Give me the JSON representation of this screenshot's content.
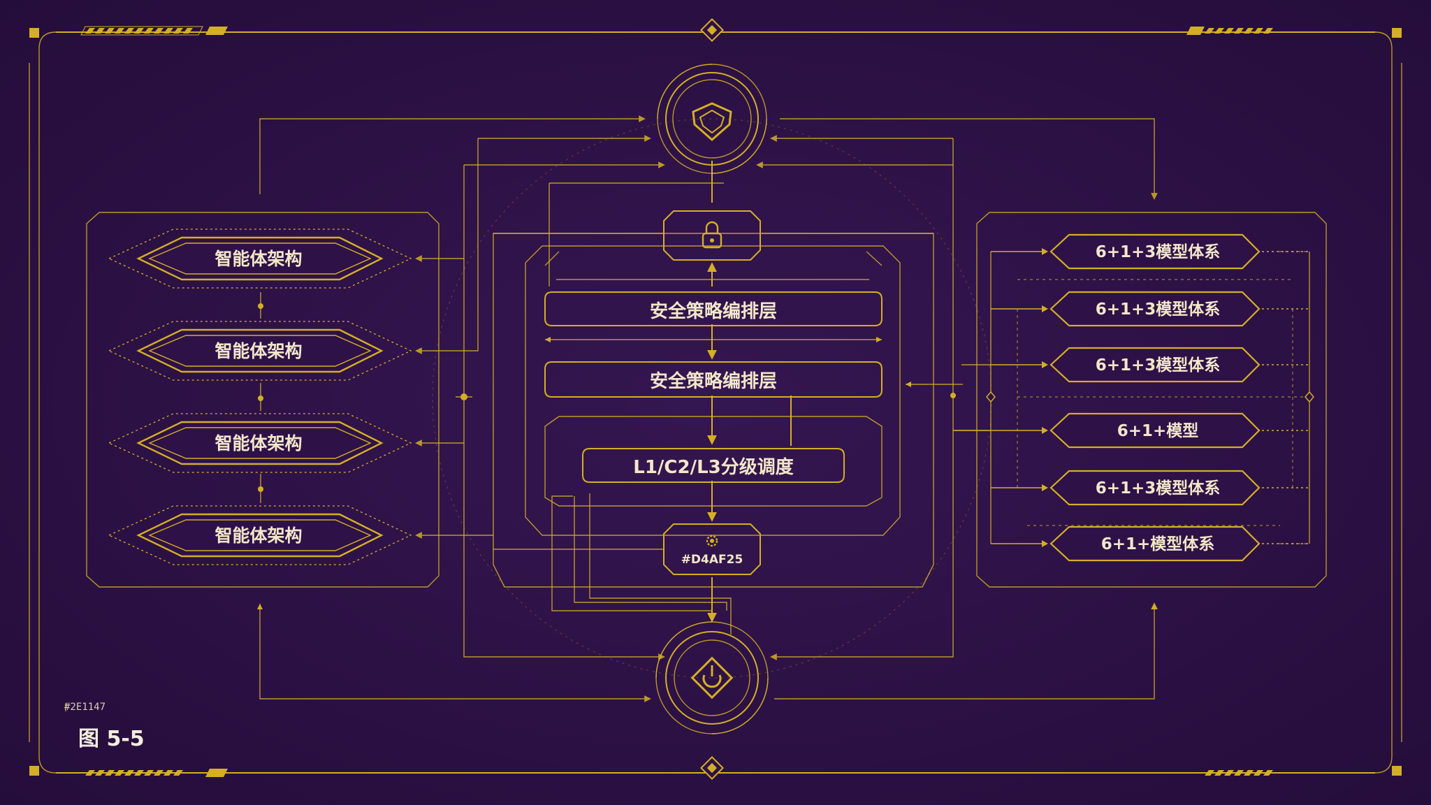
{
  "colors": {
    "background": "#2E1147",
    "accent": "#D4AF25",
    "text": "#F2E7C9"
  },
  "left_panel": {
    "items": [
      {
        "label": "智能体架构"
      },
      {
        "label": "智能体架构"
      },
      {
        "label": "智能体架构"
      },
      {
        "label": "智能体架构"
      }
    ]
  },
  "center": {
    "top_node_icon": "shield-heart-icon",
    "lock_node_icon": "padlock-icon",
    "layers": [
      {
        "label": "安全策略编排层"
      },
      {
        "label": "安全策略编排层"
      }
    ],
    "scheduler": {
      "label": "L1/C2/L3分级调度"
    },
    "gear_node": {
      "icon": "gear-icon",
      "label": "#D4AF25"
    },
    "bottom_node_icon": "power-diamond-icon"
  },
  "right_panel": {
    "items": [
      {
        "label": "6+1+3模型体系"
      },
      {
        "label": "6+1+3模型体系"
      },
      {
        "label": "6+1+3模型体系"
      },
      {
        "label": "6+1+模型"
      },
      {
        "label": "6+1+3模型体系"
      },
      {
        "label": "6+1+模型体系"
      }
    ]
  },
  "footer": {
    "color_code": "#2E1147",
    "figure_label": "图 5-5"
  }
}
